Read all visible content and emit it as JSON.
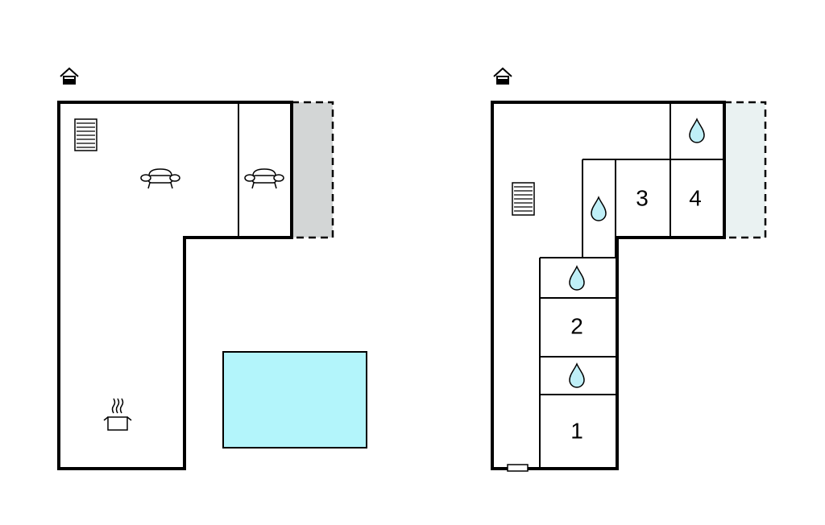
{
  "floorplan": {
    "colors": {
      "background": "#ffffff",
      "wall": "#000000",
      "pool": "#b3f5fb",
      "terrace_ground": "#d3d6d6",
      "terrace_upper": "#eaf2f2",
      "water_drop": "#bfeff7"
    },
    "icons": [
      "house-icon",
      "stairs-icon",
      "sofa-icon",
      "cooking-pot-icon",
      "water-drop-icon"
    ],
    "rooms": {
      "room_1": "1",
      "room_2": "2",
      "room_3": "3",
      "room_4": "4"
    }
  }
}
